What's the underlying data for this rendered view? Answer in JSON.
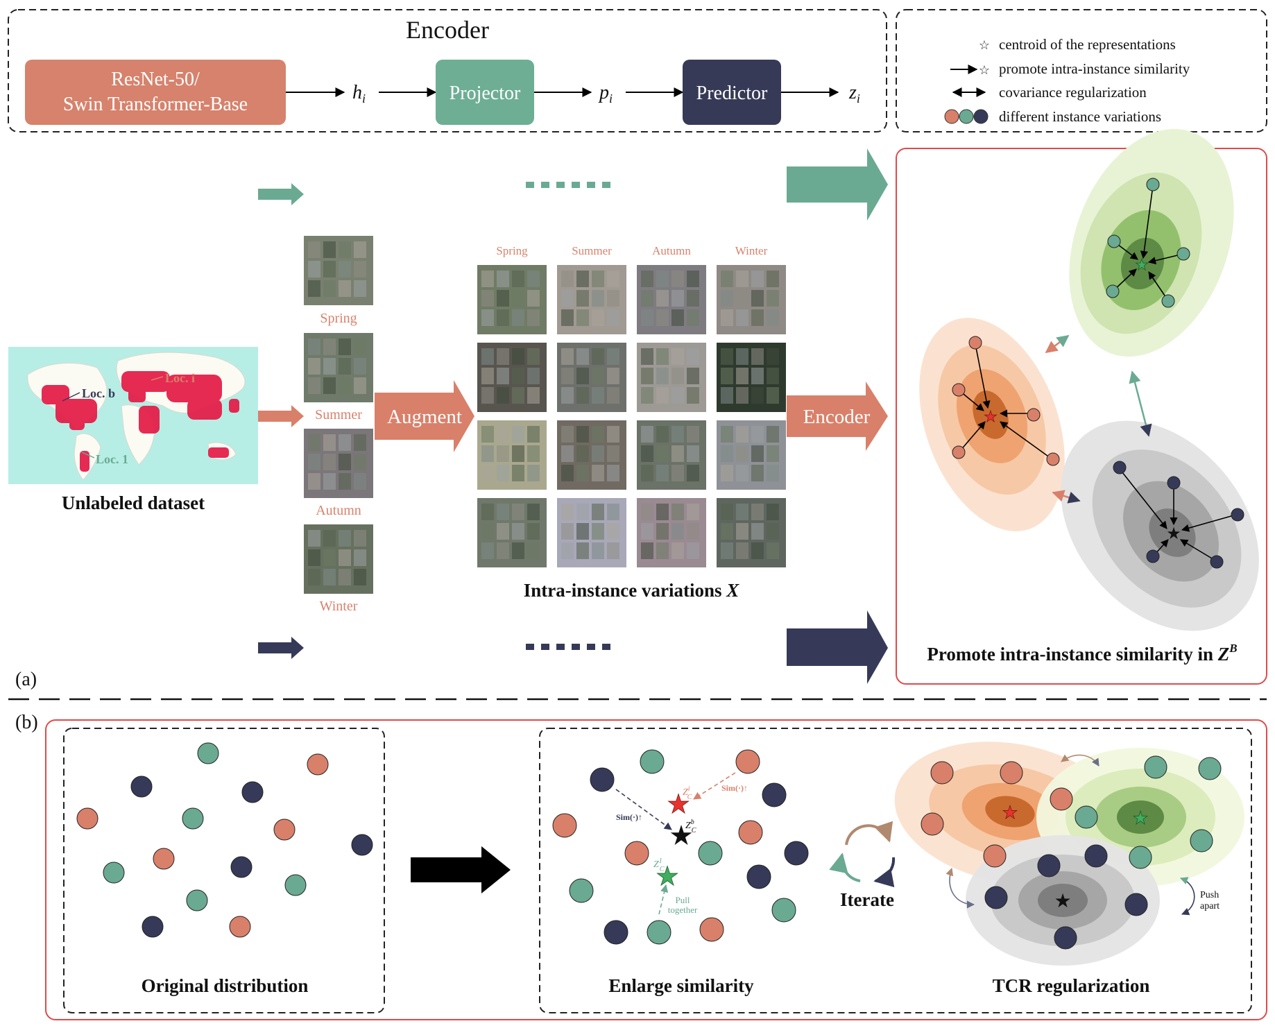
{
  "encoder": {
    "title": "Encoder",
    "backbone_line1": "ResNet-50/",
    "backbone_line2": "Swin Transformer-Base",
    "h_label": "h",
    "h_sub": "i",
    "projector": "Projector",
    "p_label": "p",
    "p_sub": "i",
    "predictor": "Predictor",
    "z_label": "z",
    "z_sub": "i"
  },
  "legend": {
    "items": [
      "centroid of the representations",
      "promote intra-instance similarity",
      "covariance regularization",
      "different instance variations"
    ]
  },
  "panel_a": {
    "label": "(a)",
    "map_labels": {
      "loc_i": "Loc. i",
      "loc_b": "Loc. b",
      "loc_1": "Loc. 1"
    },
    "dataset_caption": "Unlabeled dataset",
    "seasons": [
      "Spring",
      "Summer",
      "Autumn",
      "Winter"
    ],
    "augment": "Augment",
    "encoder_arrow": "Encoder",
    "grid_caption_prefix": "Intra-instance variations ",
    "grid_caption_var": "X",
    "result_caption_prefix": "Promote intra-instance similarity in ",
    "result_caption_var": "Z",
    "result_caption_sup": "B"
  },
  "panel_b": {
    "label": "(b)",
    "original": "Original distribution",
    "enlarge": "Enlarge similarity",
    "iterate": "Iterate",
    "tcr": "TCR regularization",
    "sim_left": "Sim(·)↑",
    "sim_right": "Sim(·)↑",
    "pull_line1": "Pull",
    "pull_line2": "together",
    "push_line1": "Push",
    "push_line2": "apart",
    "zc_label": "Z",
    "zc_sup_i": "i",
    "zc_sup_b": "b",
    "zc_sup_1": "1",
    "zc_sub": "C"
  },
  "colors": {
    "orange": "#d9806a",
    "teal": "#6aaa92",
    "navy": "#363a58",
    "red_border": "#e04a4a",
    "backbone_box": "#d6826c",
    "projector_box": "#6dae94",
    "predictor_box": "#363a56",
    "season_text": "#d7826c"
  }
}
